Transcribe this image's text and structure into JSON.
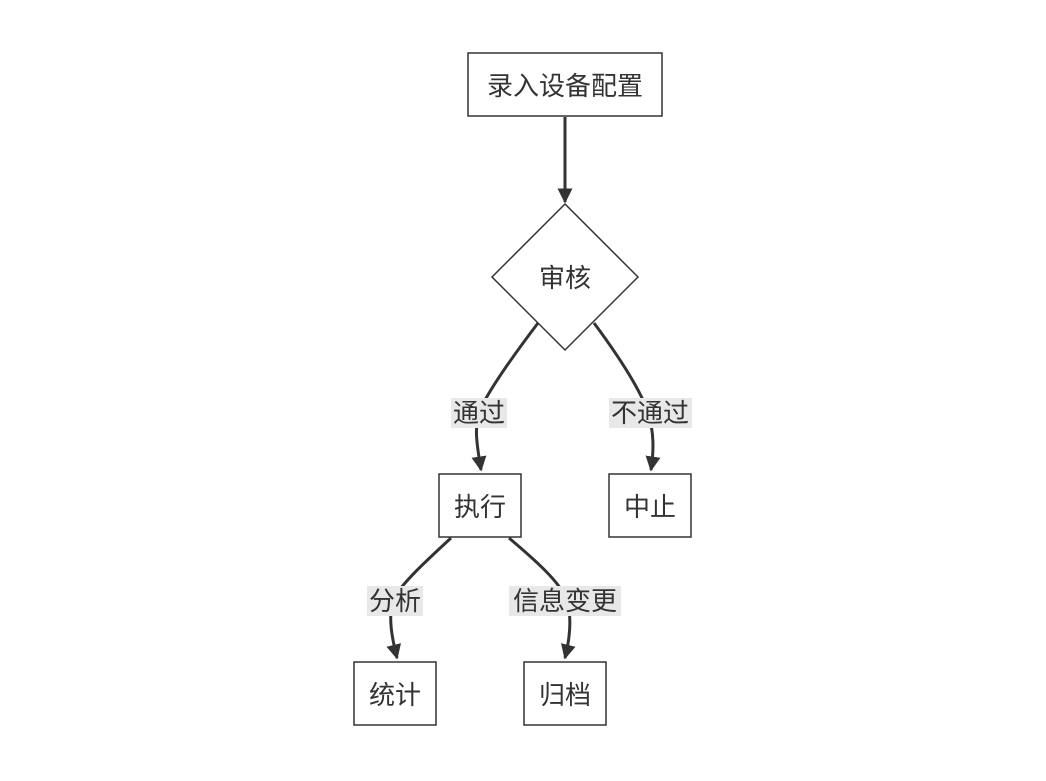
{
  "nodes": {
    "input_config": "录入设备配置",
    "review": "审核",
    "execute": "执行",
    "abort": "中止",
    "statistics": "统计",
    "archive": "归档"
  },
  "edges": {
    "pass": "通过",
    "fail": "不通过",
    "analyze": "分析",
    "info_change": "信息变更"
  }
}
